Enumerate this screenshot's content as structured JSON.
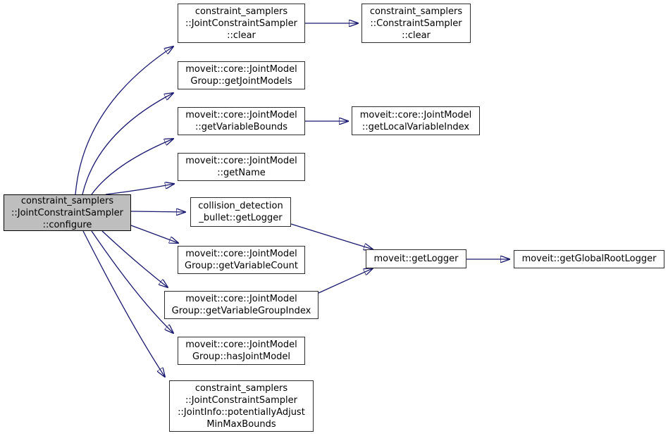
{
  "diagram": {
    "kind": "doxygen-call-graph",
    "colors": {
      "edge": "#191970",
      "node_border": "#2d2d2d",
      "node_fill": "#ffffff",
      "highlight_fill": "#bebebe",
      "text": "#000000",
      "background": "#ffffff"
    },
    "nodes": {
      "configure": {
        "label": "constraint_samplers\n::JointConstraintSampler\n::configure",
        "highlighted": true
      },
      "jcsClear": {
        "label": "constraint_samplers\n::JointConstraintSampler\n::clear",
        "highlighted": false
      },
      "getJointModels": {
        "label": "moveit::core::JointModel\nGroup::getJointModels",
        "highlighted": false
      },
      "getVariableBounds": {
        "label": "moveit::core::JointModel\n::getVariableBounds",
        "highlighted": false
      },
      "getName": {
        "label": "moveit::core::JointModel\n::getName",
        "highlighted": false
      },
      "bulletGetLogger": {
        "label": "collision_detection\n_bullet::getLogger",
        "highlighted": false
      },
      "getVariableCount": {
        "label": "moveit::core::JointModel\nGroup::getVariableCount",
        "highlighted": false
      },
      "getVariableGroupIndex": {
        "label": "moveit::core::JointModel\nGroup::getVariableGroupIndex",
        "highlighted": false
      },
      "hasJointModel": {
        "label": "moveit::core::JointModel\nGroup::hasJointModel",
        "highlighted": false
      },
      "potentiallyAdjustMinMaxBounds": {
        "label": "constraint_samplers\n::JointConstraintSampler\n::JointInfo::potentiallyAdjust\nMinMaxBounds",
        "highlighted": false
      },
      "csClear": {
        "label": "constraint_samplers\n::ConstraintSampler\n::clear",
        "highlighted": false
      },
      "getLocalVariableIndex": {
        "label": "moveit::core::JointModel\n::getLocalVariableIndex",
        "highlighted": false
      },
      "getLogger": {
        "label": "moveit::getLogger",
        "highlighted": false
      },
      "getGlobalRootLogger": {
        "label": "moveit::getGlobalRootLogger",
        "highlighted": false
      }
    },
    "edges": [
      {
        "from": "configure",
        "to": "jcsClear"
      },
      {
        "from": "configure",
        "to": "getJointModels"
      },
      {
        "from": "configure",
        "to": "getVariableBounds"
      },
      {
        "from": "configure",
        "to": "getName"
      },
      {
        "from": "configure",
        "to": "bulletGetLogger"
      },
      {
        "from": "configure",
        "to": "getVariableCount"
      },
      {
        "from": "configure",
        "to": "getVariableGroupIndex"
      },
      {
        "from": "configure",
        "to": "hasJointModel"
      },
      {
        "from": "configure",
        "to": "potentiallyAdjustMinMaxBounds"
      },
      {
        "from": "jcsClear",
        "to": "csClear"
      },
      {
        "from": "getVariableBounds",
        "to": "getLocalVariableIndex"
      },
      {
        "from": "bulletGetLogger",
        "to": "getLogger"
      },
      {
        "from": "getVariableGroupIndex",
        "to": "getLogger"
      },
      {
        "from": "getLogger",
        "to": "getGlobalRootLogger"
      }
    ]
  }
}
